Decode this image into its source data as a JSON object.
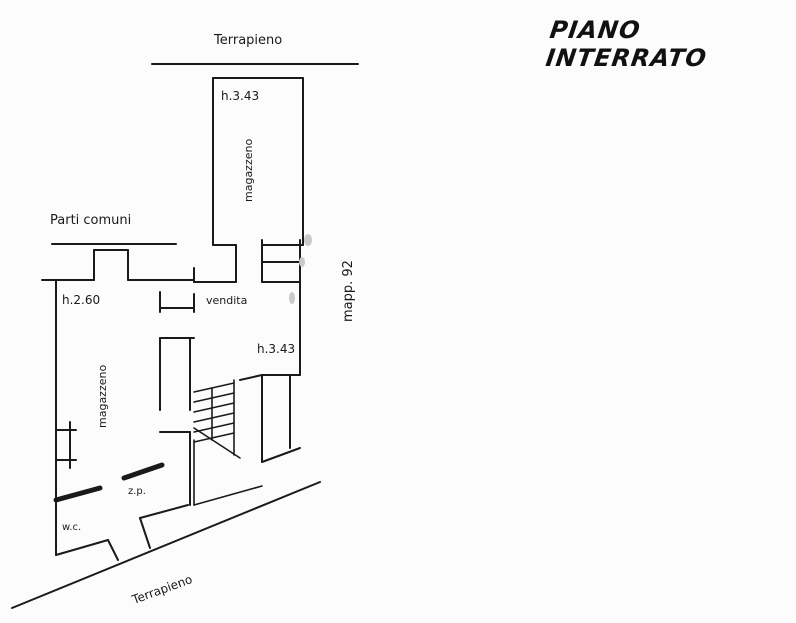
{
  "title": "PIANO INTERRATO",
  "labels": {
    "terrapieno_top": "Terrapieno",
    "terrapieno_bottom": "Terrapieno",
    "parti_comuni": "Parti comuni",
    "mapp": "mapp. 92",
    "h_top": "h.3.43",
    "h_left": "h.2.60",
    "h_right": "h.3.43",
    "magazzeno_top": "magazzeno",
    "magazzeno_left": "magazzeno",
    "vendita": "vendita",
    "wc": "w.c.",
    "zip": "z.p."
  },
  "colors": {
    "ink": "#1a1a1a",
    "paper": "#fcfcfc"
  }
}
